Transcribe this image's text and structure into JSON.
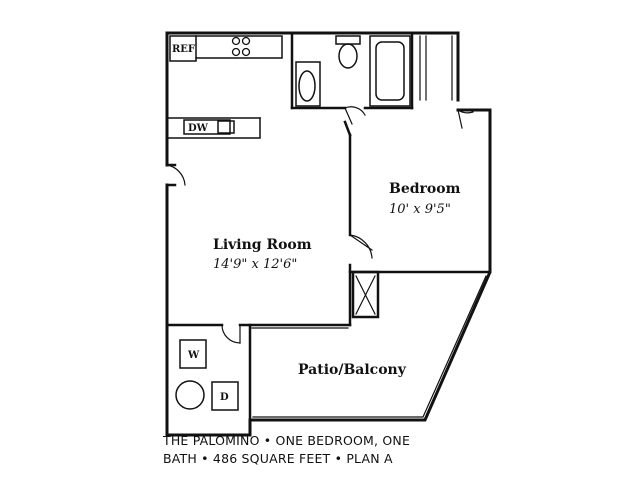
{
  "plan": {
    "rooms": {
      "bedroom": {
        "label": "Bedroom",
        "dimensions": "10' x 9'5\""
      },
      "living_room": {
        "label": "Living Room",
        "dimensions": "14'9\" x 12'6\""
      },
      "patio": {
        "label": "Patio/Balcony"
      }
    },
    "fixtures": {
      "refrigerator": "REF",
      "dishwasher": "DW",
      "washer": "W",
      "dryer": "D"
    },
    "caption": {
      "line1": "THE PALOMINO • ONE BEDROOM, ONE",
      "line2": "BATH • 486 SQUARE FEET • PLAN A"
    }
  }
}
